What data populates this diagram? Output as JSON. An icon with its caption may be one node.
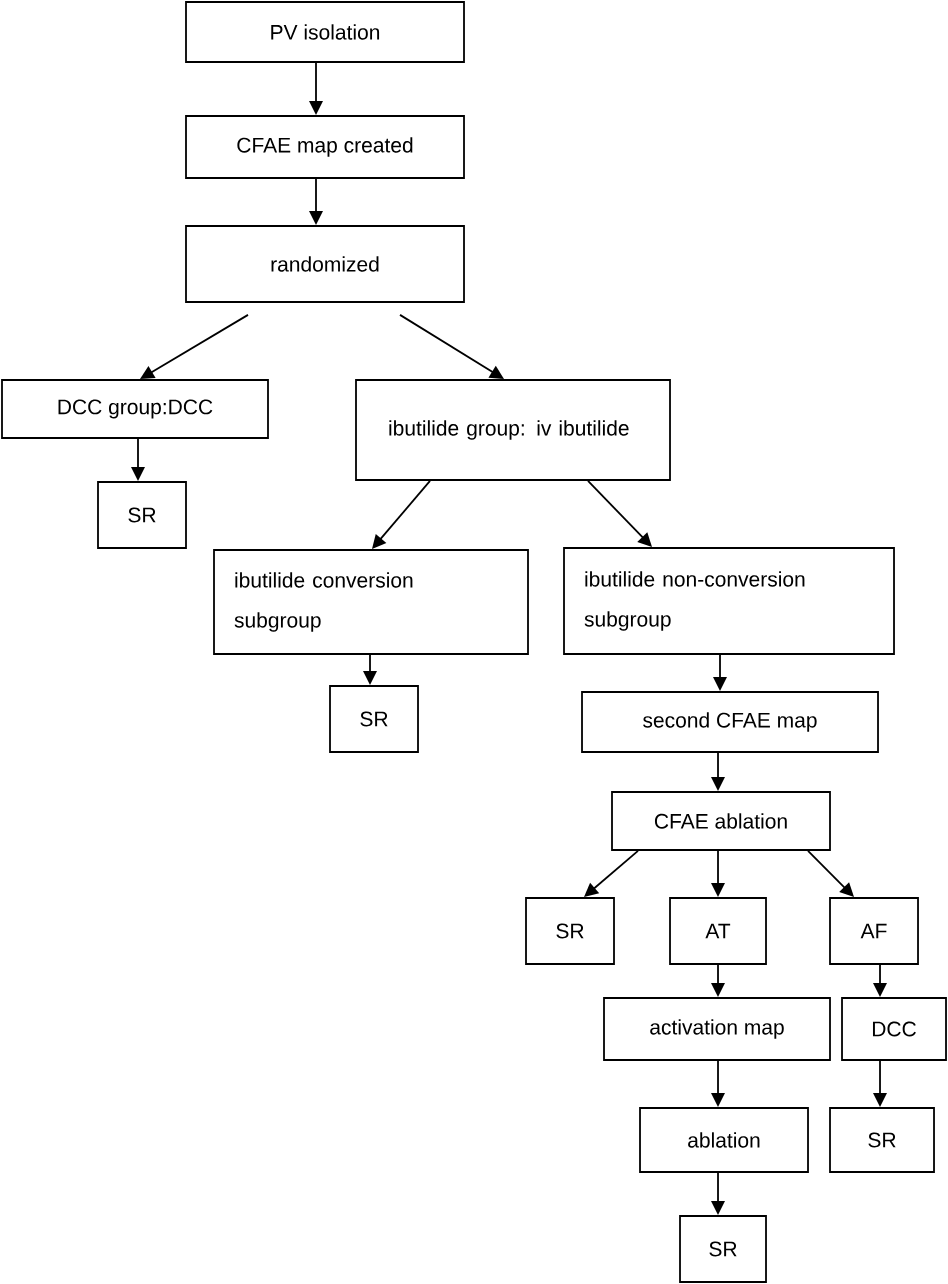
{
  "diagram": {
    "nodes": [
      {
        "text": [
          "PV isolation"
        ]
      },
      {
        "text": [
          "CFAE map created"
        ]
      },
      {
        "text": [
          "randomized"
        ]
      },
      {
        "text": [
          "DCC group:DCC"
        ]
      },
      {
        "text": [
          "SR"
        ]
      },
      {
        "text": [
          "ibutilide group: iv ibutilide"
        ]
      },
      {
        "text": [
          "ibutilide conversion subgroup"
        ]
      },
      {
        "text": [
          "ibutilide non-conversion subgroup"
        ]
      },
      {
        "text": [
          "SR"
        ]
      },
      {
        "text": [
          "second CFAE map"
        ]
      },
      {
        "text": [
          "CFAE ablation"
        ]
      },
      {
        "text": [
          "SR"
        ]
      },
      {
        "text": [
          "AT"
        ]
      },
      {
        "text": [
          "AF"
        ]
      },
      {
        "text": [
          "activation map"
        ]
      },
      {
        "text": [
          "DCC"
        ]
      },
      {
        "text": [
          "ablation"
        ]
      },
      {
        "text": [
          "SR"
        ]
      },
      {
        "text": [
          "SR"
        ]
      }
    ],
    "edges": [
      {
        "from": 0,
        "to": 1,
        "arrow": "to"
      },
      {
        "from": 1,
        "to": 2,
        "arrow": "to"
      },
      {
        "from": 2,
        "to": 3,
        "arrow": "to"
      },
      {
        "from": 2,
        "to": 5,
        "arrow": "to"
      },
      {
        "from": 3,
        "to": 4,
        "arrow": "to"
      },
      {
        "from": 5,
        "to": 6,
        "arrow": "to"
      },
      {
        "from": 5,
        "to": 7,
        "arrow": "to"
      },
      {
        "from": 6,
        "to": 8,
        "arrow": "to"
      },
      {
        "from": 7,
        "to": 9,
        "arrow": "to"
      },
      {
        "from": 9,
        "to": 10,
        "arrow": "to"
      },
      {
        "from": 10,
        "to": 11,
        "arrow": "to"
      },
      {
        "from": 10,
        "to": 12,
        "arrow": "to"
      },
      {
        "from": 10,
        "to": 13,
        "arrow": "to"
      },
      {
        "from": 12,
        "to": 14,
        "arrow": "to"
      },
      {
        "from": 13,
        "to": 15,
        "arrow": "to"
      },
      {
        "from": 14,
        "to": 16,
        "arrow": "to"
      },
      {
        "from": 15,
        "to": 17,
        "arrow": "to"
      },
      {
        "from": 16,
        "to": 18,
        "arrow": "to"
      }
    ]
  }
}
